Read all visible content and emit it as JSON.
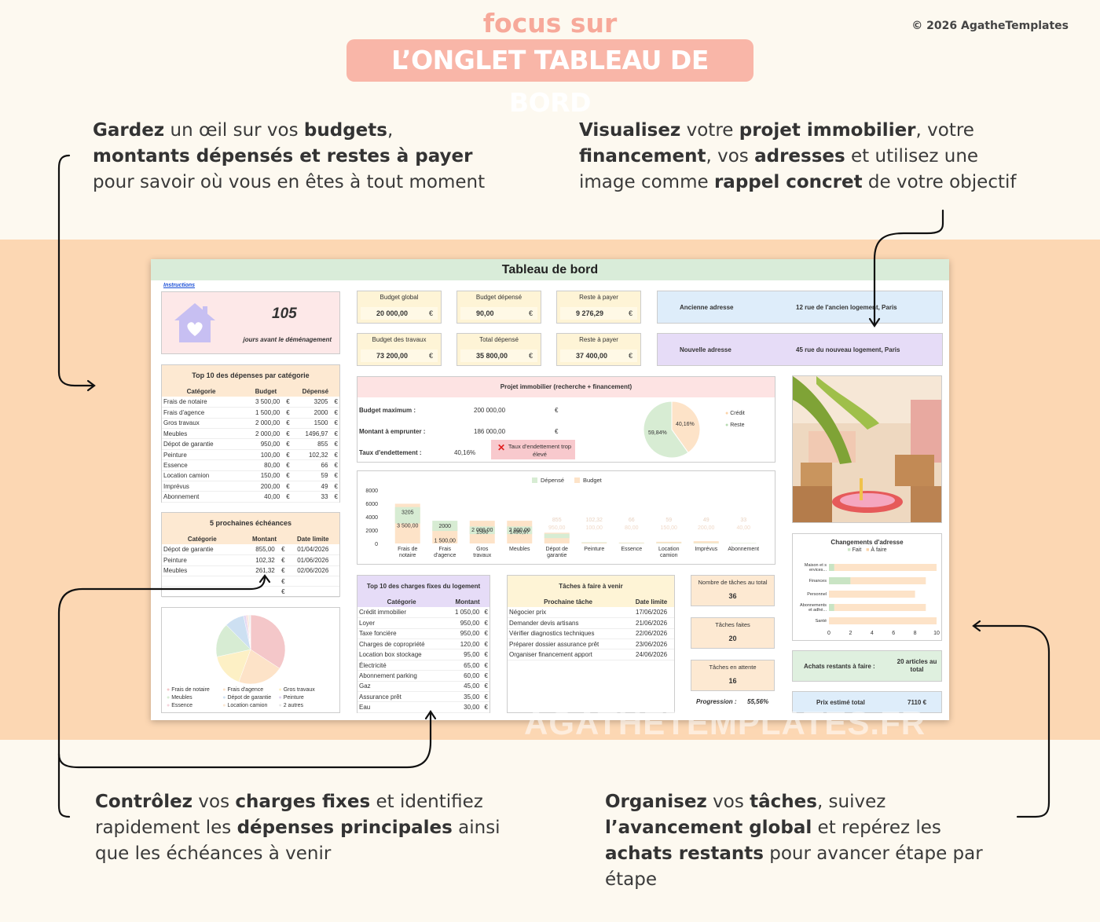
{
  "header": {
    "focus": "focus sur",
    "title": "L’ONGLET TABLEAU DE BORD",
    "copyright": "© 2026 AgatheTemplates"
  },
  "callouts": {
    "tl": {
      "p1b": "Gardez",
      "p1": " un œil sur vos ",
      "p2b": "budgets",
      "p3": ", ",
      "p4b": "montants dépensés et restes à payer",
      "p5": " pour savoir où vous en êtes à tout moment"
    },
    "tr": {
      "p1b": "Visualisez",
      "p1": " votre ",
      "p2b": "projet immobilier",
      "p3": ", votre ",
      "p4b": "financement",
      "p5": ", vos ",
      "p6b": "adresses",
      "p7": " et utilisez une image comme ",
      "p8b": "rappel concret",
      "p9": " de votre objectif"
    },
    "bl": {
      "p1b": "Contrôlez",
      "p1": " vos ",
      "p2b": "charges fixes",
      "p3": " et identifiez rapidement les ",
      "p4b": "dépenses principales",
      "p5": " ainsi que les échéances à venir"
    },
    "br": {
      "p1b": "Organisez",
      "p1": " vos ",
      "p2b": "tâches",
      "p3": ", suivez ",
      "p4b": "l’avancement global",
      "p5": " et repérez les ",
      "p6b": "achats restants",
      "p7": " pour avancer étape par étape"
    }
  },
  "sheet": {
    "title": "Tableau de bord",
    "instructions": "Instructions",
    "watermark": "AGATHETEMPLATES.FR",
    "countdown": {
      "value": "105",
      "label": "jours avant le déménagement"
    },
    "kpis": [
      {
        "label": "Budget global",
        "value": "20 000,00",
        "unit": "€"
      },
      {
        "label": "Budget dépensé",
        "value": "90,00",
        "unit": "€"
      },
      {
        "label": "Reste à payer",
        "value": "9 276,29",
        "unit": "€"
      },
      {
        "label": "Budget des travaux",
        "value": "73 200,00",
        "unit": "€"
      },
      {
        "label": "Total dépensé",
        "value": "35 800,00",
        "unit": "€"
      },
      {
        "label": "Reste à payer",
        "value": "37 400,00",
        "unit": "€"
      }
    ],
    "addresses": [
      {
        "label": "Ancienne adresse",
        "value": "12 rue de l'ancien logement, Paris"
      },
      {
        "label": "Nouvelle adresse",
        "value": "45 rue du nouveau logement, Paris"
      }
    ],
    "top10": {
      "title": "Top 10 des dépenses par catégorie",
      "headers": [
        "Catégorie",
        "Budget",
        "Dépensé"
      ],
      "rows": [
        [
          "Frais de notaire",
          "3 500,00",
          "€",
          "3205",
          "€"
        ],
        [
          "Frais d'agence",
          "1 500,00",
          "€",
          "2000",
          "€"
        ],
        [
          "Gros travaux",
          "2 000,00",
          "€",
          "1500",
          "€"
        ],
        [
          "Meubles",
          "2 000,00",
          "€",
          "1496,97",
          "€"
        ],
        [
          "Dépot de garantie",
          "950,00",
          "€",
          "855",
          "€"
        ],
        [
          "Peinture",
          "100,00",
          "€",
          "102,32",
          "€"
        ],
        [
          "Essence",
          "80,00",
          "€",
          "66",
          "€"
        ],
        [
          "Location camion",
          "150,00",
          "€",
          "59",
          "€"
        ],
        [
          "Imprévus",
          "200,00",
          "€",
          "49",
          "€"
        ],
        [
          "Abonnement",
          "40,00",
          "€",
          "33",
          "€"
        ]
      ]
    },
    "deadlines": {
      "title": "5 prochaines échéances",
      "headers": [
        "Catégorie",
        "Montant",
        "Date limite"
      ],
      "rows": [
        [
          "Dépot de garantie",
          "855,00",
          "€",
          "01/04/2026"
        ],
        [
          "Peinture",
          "102,32",
          "€",
          "01/06/2026"
        ],
        [
          "Meubles",
          "261,32",
          "€",
          "02/06/2026"
        ],
        [
          "",
          "",
          "€",
          ""
        ],
        [
          "",
          "",
          "€",
          ""
        ]
      ]
    },
    "pie1": {
      "legend": [
        "Frais de notaire",
        "Frais d'agence",
        "Gros travaux",
        "Meubles",
        "Dépot de garantie",
        "Peinture",
        "Essence",
        "Location camion",
        "2 autres"
      ],
      "colors": [
        "#f4c7c9",
        "#fde3c8",
        "#fdf0c5",
        "#d7ecd3",
        "#cde0f2",
        "#e2d6f2",
        "#f5d5dc",
        "#fbe7d3",
        "#e8e8e8"
      ]
    },
    "project": {
      "title": "Projet immobilier (recherche + financement)",
      "rows": [
        {
          "label": "Budget maximum :",
          "value": "200 000,00",
          "unit": "€"
        },
        {
          "label": "Montant à emprunter :",
          "value": "186 000,00",
          "unit": "€"
        },
        {
          "label": "Taux d'endettement :",
          "value": "40,16%",
          "unit": ""
        }
      ],
      "alert": "Taux d'endettement trop élevé",
      "pie": {
        "slices": [
          {
            "name": "Crédit",
            "value": 40.16,
            "color": "#fde3c8"
          },
          {
            "name": "Reste",
            "value": 59.84,
            "color": "#d7ecd3"
          }
        ],
        "labels": [
          "40,16%",
          "59,84%"
        ]
      }
    },
    "barchart": {
      "legend": [
        "Dépensé",
        "Budget"
      ],
      "colors": [
        "#d7ecd3",
        "#fde3c8"
      ],
      "yticks": [
        "8000",
        "6000",
        "4000",
        "2000",
        "0"
      ],
      "ymax": 8000,
      "categories": [
        "Frais de notaire",
        "Frais d'agence",
        "Gros travaux",
        "Meubles",
        "Dépot de garantie",
        "Peinture",
        "Essence",
        "Location camion",
        "Imprévus",
        "Abonnement"
      ],
      "spent": [
        3205,
        2000,
        1500,
        1496.97,
        855,
        102.32,
        66,
        59,
        49,
        33
      ],
      "spent_labels": [
        "3205",
        "2000",
        "1500",
        "1496,97",
        "855",
        "102,32",
        "66",
        "59",
        "49",
        "33"
      ],
      "budget": [
        3500,
        1500,
        2000,
        2000,
        950,
        100,
        80,
        150,
        200,
        40
      ],
      "budget_labels": [
        "3 500,00",
        "1 500,00",
        "2 000,00",
        "2 000,00",
        "950,00",
        "100,00",
        "80,00",
        "150,00",
        "200,00",
        "40,00"
      ]
    },
    "fixed": {
      "title": "Top 10 des charges fixes du logement",
      "headers": [
        "Catégorie",
        "Montant"
      ],
      "rows": [
        [
          "Crédit immobilier",
          "1 050,00",
          "€"
        ],
        [
          "Loyer",
          "950,00",
          "€"
        ],
        [
          "Taxe foncière",
          "950,00",
          "€"
        ],
        [
          "Charges de copropriété",
          "120,00",
          "€"
        ],
        [
          "Location box stockage",
          "95,00",
          "€"
        ],
        [
          "Électricité",
          "65,00",
          "€"
        ],
        [
          "Abonnement parking",
          "60,00",
          "€"
        ],
        [
          "Gaz",
          "45,00",
          "€"
        ],
        [
          "Assurance prêt",
          "35,00",
          "€"
        ],
        [
          "Eau",
          "30,00",
          "€"
        ]
      ]
    },
    "tasks": {
      "title": "Tâches à faire à venir",
      "headers": [
        "Prochaine tâche",
        "Date limite"
      ],
      "rows": [
        [
          "Négocier prix",
          "17/06/2026"
        ],
        [
          "Demander devis artisans",
          "21/06/2026"
        ],
        [
          "Vérifier diagnostics techniques",
          "22/06/2026"
        ],
        [
          "Préparer dossier assurance prêt",
          "23/06/2026"
        ],
        [
          "Organiser financement apport",
          "24/06/2026"
        ]
      ]
    },
    "taskstats": [
      {
        "label": "Nombre de tâches au total",
        "value": "36"
      },
      {
        "label": "Tâches faites",
        "value": "20"
      },
      {
        "label": "Tâches en attente",
        "value": "16"
      }
    ],
    "progress": {
      "label": "Progression :",
      "value": "55,56%"
    },
    "addrchanges": {
      "title": "Changements d'adresse",
      "legend": [
        "Fait",
        "À faire"
      ],
      "rows": [
        {
          "name": "Maison et services...",
          "done": 0.5,
          "todo": 9.5
        },
        {
          "name": "Finances",
          "done": 2,
          "todo": 7
        },
        {
          "name": "Personnel",
          "done": 0,
          "todo": 8
        },
        {
          "name": "Abonnements et adhé...",
          "done": 0.5,
          "todo": 8.5
        },
        {
          "name": "Santé",
          "done": 0,
          "todo": 10
        }
      ],
      "xticks": [
        "0",
        "2",
        "4",
        "6",
        "8",
        "10"
      ]
    },
    "purchases": {
      "label": "Achats restants à faire :",
      "value": "20 articles au total"
    },
    "price": {
      "label": "Prix estimé total",
      "value": "7110 €"
    }
  }
}
